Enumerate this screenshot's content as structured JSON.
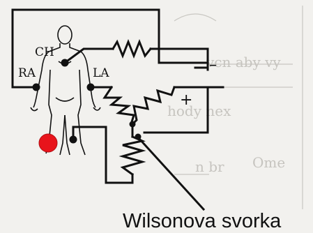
{
  "labels": {
    "ch": "CH",
    "ra": "RA",
    "la": "LA",
    "minus": "–",
    "plus": "+",
    "caption": "Wilsonova svorka"
  },
  "colors": {
    "ink": "#111111",
    "marker": "#e8141b",
    "paper": "#f2f1ee",
    "bleed": "#c6c4bf"
  },
  "icons": {
    "figure": "human-figure-icon",
    "marker": "red-dot-icon"
  }
}
